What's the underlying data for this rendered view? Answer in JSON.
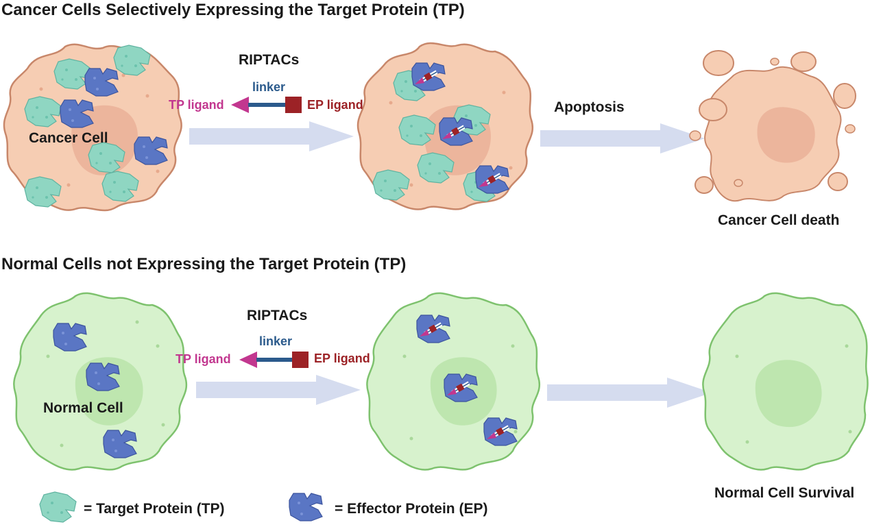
{
  "top_section": {
    "title": "Cancer Cells Selectively Expressing the Target Protein (TP)",
    "cell_label": "Cancer Cell",
    "molecule": {
      "name": "RIPTACs",
      "linker": "linker",
      "tp_ligand": "TP ligand",
      "ep_ligand": "EP ligand"
    },
    "step_label": "Apoptosis",
    "outcome": "Cancer Cell death"
  },
  "bottom_section": {
    "title": "Normal Cells not Expressing the Target Protein (TP)",
    "cell_label": "Normal Cell",
    "molecule": {
      "name": "RIPTACs",
      "linker": "linker",
      "tp_ligand": "TP ligand",
      "ep_ligand": "EP ligand"
    },
    "outcome": "Normal Cell Survival"
  },
  "legend": {
    "target_protein": "= Target Protein (TP)",
    "effector_protein": "= Effector Protein (EP)"
  },
  "colors": {
    "cancer_fill": "#f6cdb3",
    "cancer_edge": "#c8876a",
    "normal_fill": "#d7f2cd",
    "normal_edge": "#7ec26e",
    "target_protein": "#8fd6c2",
    "effector_protein": "#5a76c4",
    "tp_ligand": "#c2378f",
    "ep_ligand": "#9c2226",
    "linker": "#2b5a8c",
    "arrow": "#d5dcef"
  }
}
